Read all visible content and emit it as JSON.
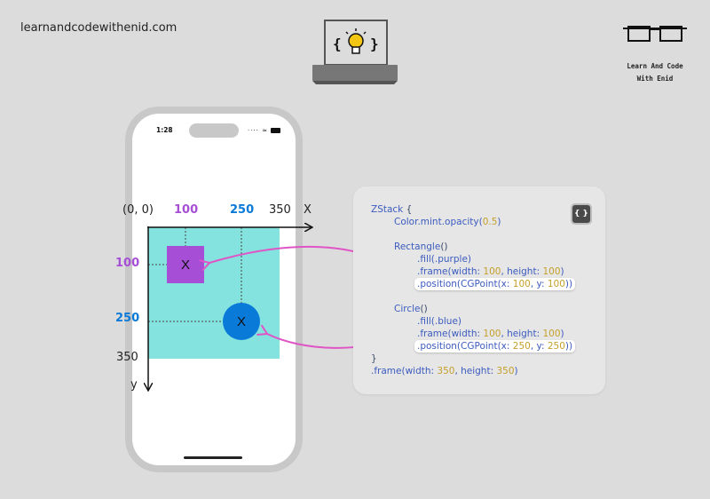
{
  "header": {
    "site_name": "learnandcodewithenid.com",
    "brand_line1": "Learn And Code",
    "brand_line2": "With Enid"
  },
  "phone": {
    "time": "1:28",
    "status_icons": "····  wifi-icon  battery-icon"
  },
  "axes": {
    "origin_label": "(0, 0)",
    "x_label": "X",
    "y_label": "y",
    "x_ticks": [
      "100",
      "250",
      "350"
    ],
    "y_ticks": [
      "100",
      "250",
      "350"
    ]
  },
  "shapes": {
    "rectangle_marker": "X",
    "circle_marker": "X",
    "rectangle_position": [
      100,
      100
    ],
    "circle_position": [
      250,
      250
    ],
    "frame_size": [
      350,
      350
    ]
  },
  "code": {
    "zstack": "ZStack",
    "brace_open": "{",
    "color_prefix": "Color.mint.opacity(",
    "color_value": "0.5",
    "close_paren": ")",
    "rectangle": "Rectangle",
    "parens": "()",
    "fill_purple": ".fill(.purple)",
    "frame_prefix": ".frame(width: ",
    "height_prefix": ", height: ",
    "position_prefix": ".position(",
    "cgpoint": "CGPoint",
    "x_prefix": "(x: ",
    "y_prefix": ", y: ",
    "double_close": "))",
    "circle": "Circle",
    "fill_blue": ".fill(.blue)",
    "brace_close": "}",
    "v100": "100",
    "v250": "250",
    "v350": "350"
  },
  "colors": {
    "mint": "#84e2df",
    "purple": "#a64fd6",
    "blue": "#0a7ad8",
    "arrow": "#e055c6"
  }
}
